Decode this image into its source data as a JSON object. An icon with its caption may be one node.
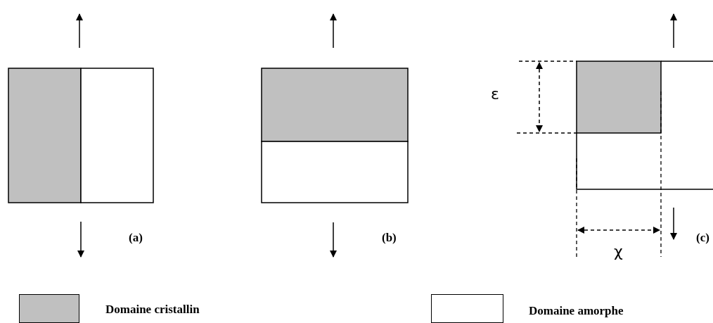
{
  "diagram": {
    "labels": [
      "(a)",
      "(b)",
      "ε",
      "(c)",
      "χ"
    ],
    "legend": [
      {
        "text": "Domaine cristallin",
        "color": "#c0c0c0"
      },
      {
        "text": "Domaine amorphe",
        "color": "#ffffff"
      }
    ]
  }
}
